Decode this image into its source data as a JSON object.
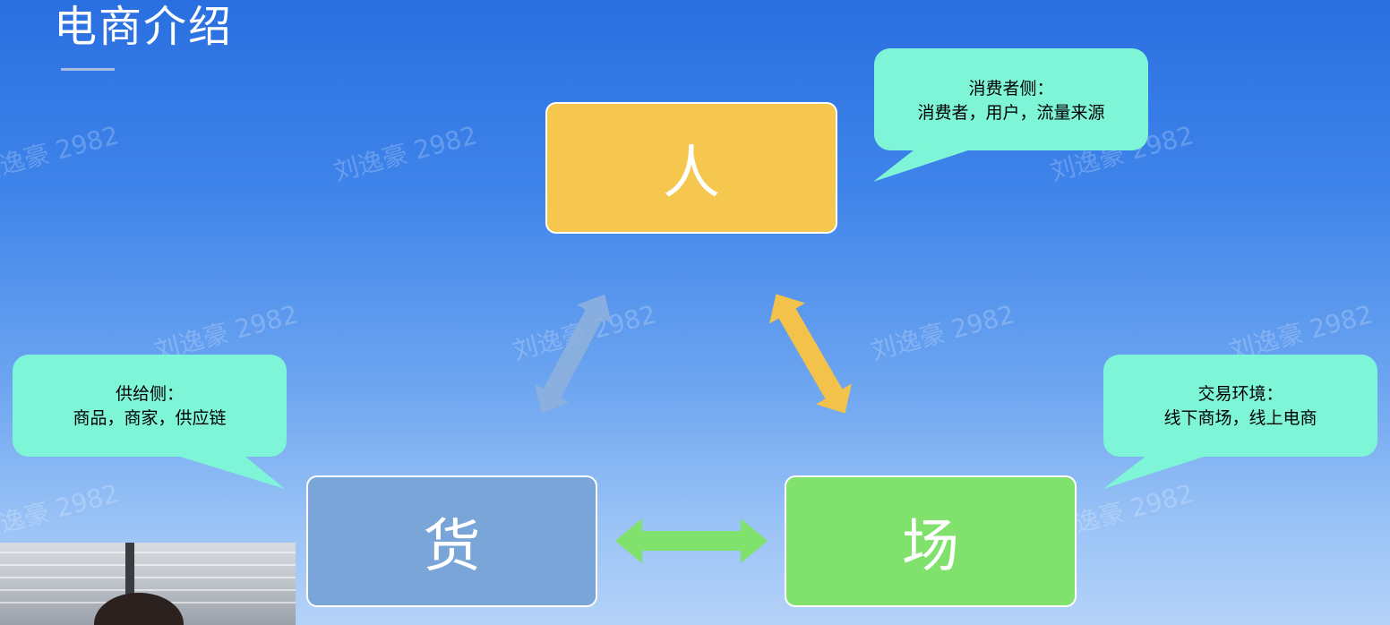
{
  "title": "电商介绍",
  "watermark": "刘逸豪 2982",
  "nodes": {
    "ren": "人",
    "huo": "货",
    "chang": "场"
  },
  "bubbles": {
    "consumer": {
      "heading": "消费者侧：",
      "body": "消费者，用户，流量来源"
    },
    "supply": {
      "heading": "供给侧：",
      "body": "商品，商家，供应链"
    },
    "trade": {
      "heading": "交易环境：",
      "body": "线下商场，线上电商"
    }
  },
  "colors": {
    "ren": "#f5c74e",
    "huo": "#7aa5d8",
    "chang": "#80e26c",
    "bubble": "#7ff5d7",
    "arrow_ren_huo": "#8fb2dc",
    "arrow_ren_chang": "#f2c24a",
    "arrow_huo_chang": "#80e26c"
  }
}
